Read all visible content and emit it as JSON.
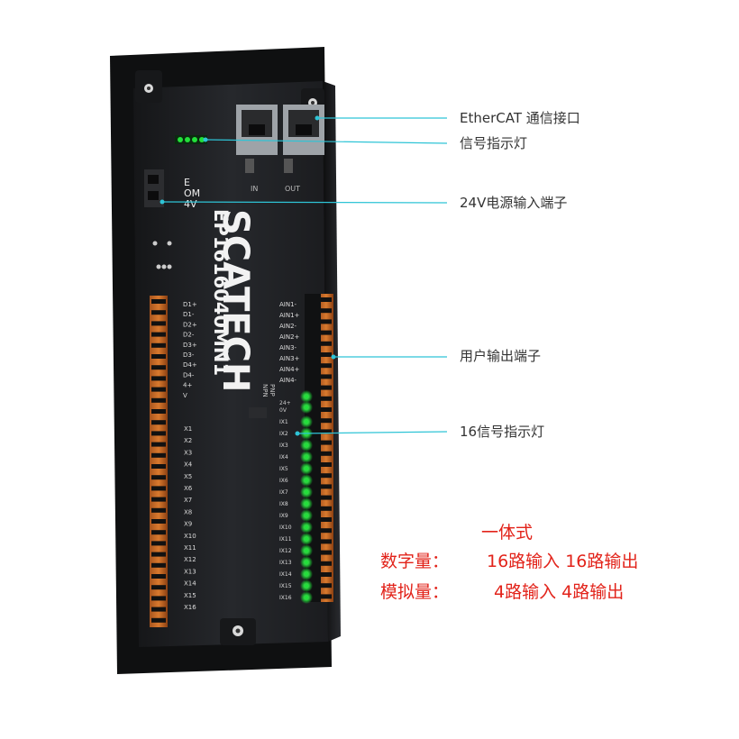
{
  "device": {
    "brand": "SCATECH",
    "model": "EP1616040MN1",
    "port_in_label": "IN",
    "port_out_label": "OUT",
    "power_terminal_labels": [
      "E",
      "OM",
      "4V"
    ],
    "left_terminal_labels": [
      "D1+",
      "D1-",
      "D2+",
      "D2-",
      "D3+",
      "D3-",
      "D4+",
      "D4-",
      "4+",
      "V"
    ],
    "left_x_labels": [
      "X1",
      "X2",
      "X3",
      "X4",
      "X5",
      "X6",
      "X7",
      "X8",
      "X9",
      "X10",
      "X11",
      "X12",
      "X13",
      "X14",
      "X15",
      "X16"
    ],
    "analog_labels": [
      "AIN1-",
      "AIN1+",
      "AIN2-",
      "AIN2+",
      "AIN3-",
      "AIN3+",
      "AIN4+",
      "AIN4-"
    ],
    "mode_labels": [
      "PNP",
      "NPN"
    ],
    "power_labels": [
      "24+",
      "0V"
    ],
    "output_labels": [
      "IX1",
      "IX2",
      "IX3",
      "IX4",
      "IX5",
      "IX6",
      "IX7",
      "IX8",
      "IX9",
      "IX10",
      "IX11",
      "IX12",
      "IX13",
      "IX14",
      "IX15",
      "IX16"
    ],
    "led_color": "#22e03a",
    "body_color": "#1d1f22"
  },
  "callouts": [
    {
      "text": "EtherCAT 通信接口"
    },
    {
      "text": "信号指示灯"
    },
    {
      "text": "24V电源输入端子"
    },
    {
      "text": "用户输出端子"
    },
    {
      "text": "16信号指示灯"
    }
  ],
  "callout_line_color": "#2ec4d6",
  "specs": {
    "title": "一体式",
    "digital_label": "数字量：",
    "digital_value": "16路输入 16路输出",
    "analog_label": "模拟量：",
    "analog_value": "4路输入  4路输出"
  }
}
